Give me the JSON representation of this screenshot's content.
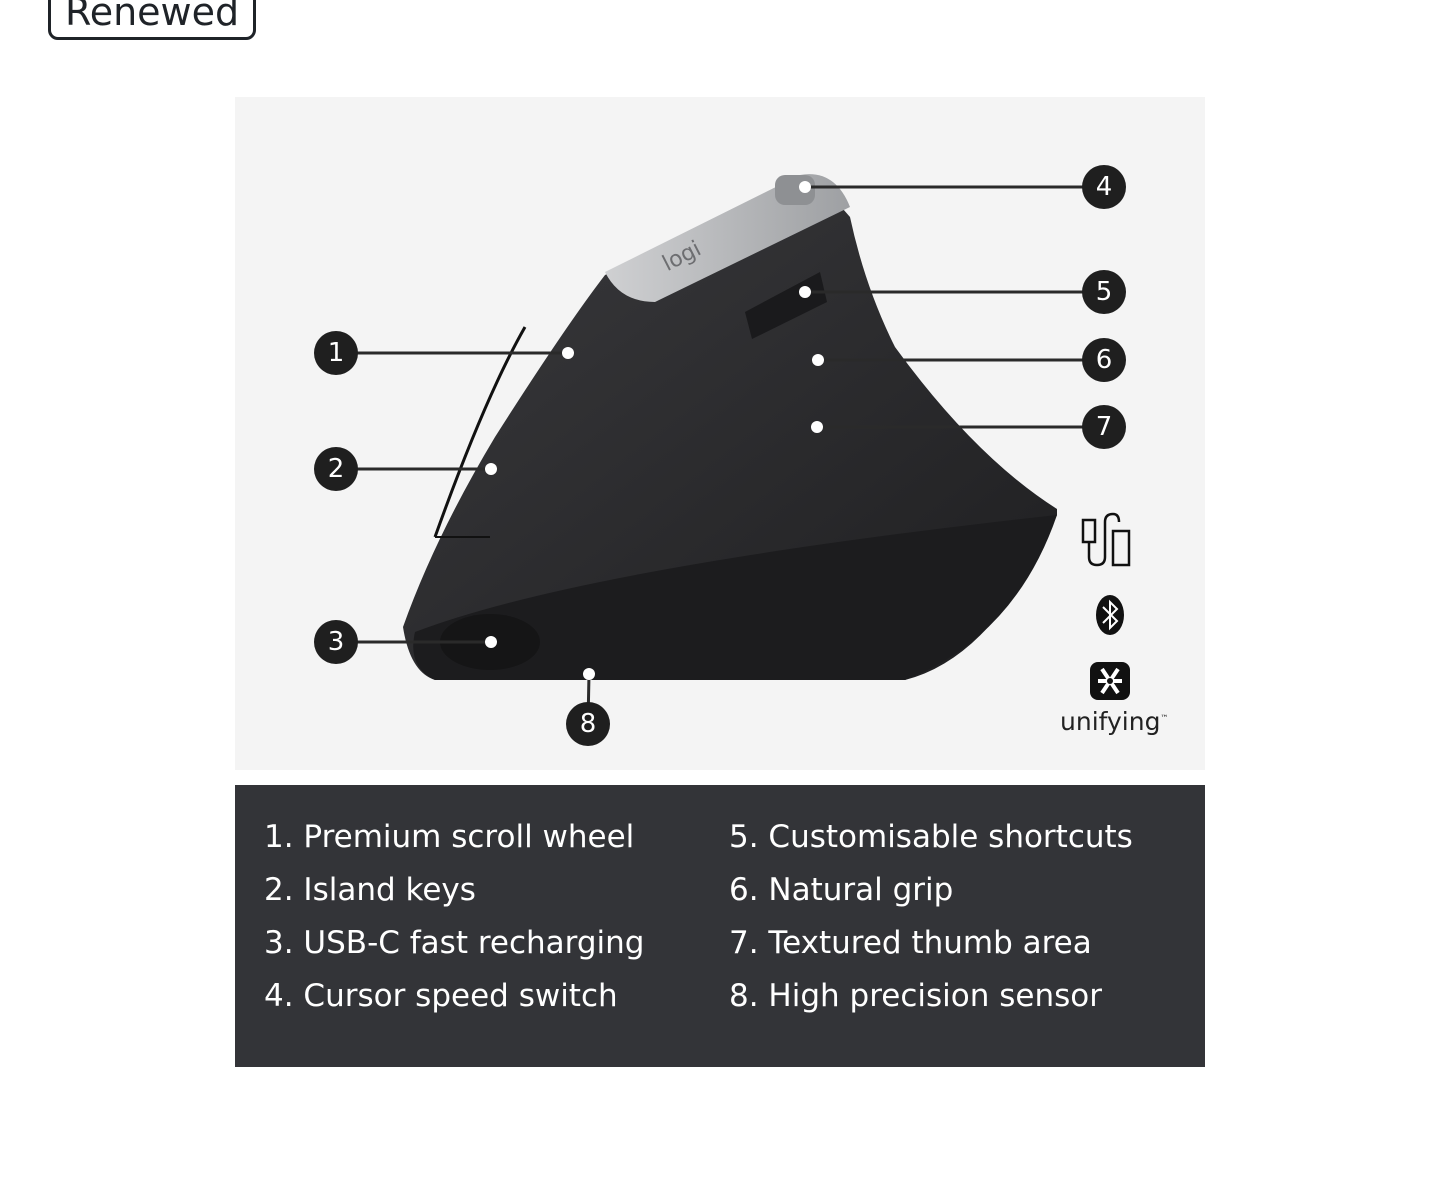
{
  "badge": {
    "label": "Renewed"
  },
  "product_image": {
    "logo_text": "logi",
    "callouts": [
      "1",
      "2",
      "3",
      "4",
      "5",
      "6",
      "7",
      "8"
    ],
    "connectivity": {
      "unifying_label": "unifying",
      "trademark": "™"
    }
  },
  "features": {
    "left": [
      "1. Premium scroll wheel",
      "2. Island keys",
      "3. USB-C fast recharging",
      "4. Cursor speed switch"
    ],
    "right": [
      "5. Customisable shortcuts",
      "6. Natural grip",
      "7. Textured thumb area",
      "8. High precision sensor"
    ]
  },
  "colors": {
    "panel_bg": "#f4f4f4",
    "feature_bg": "#333438",
    "mouse": "#2b2b2d",
    "silver": "#b8b9bb"
  }
}
